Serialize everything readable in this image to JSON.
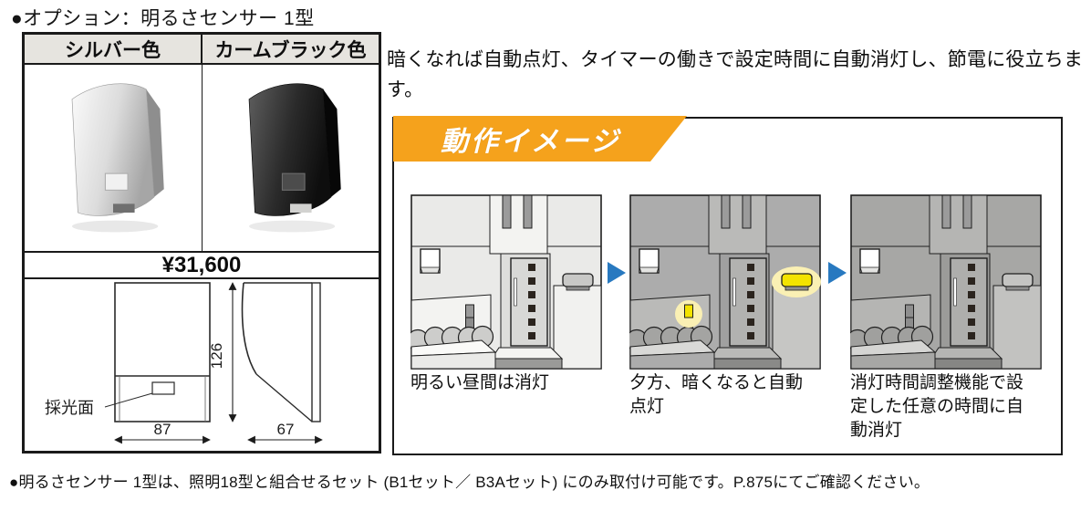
{
  "page": {
    "title": "●オプション：明るさセンサー 1型",
    "footnote": "●明るさセンサー 1型は、照明18型と組合せるセット (B1セット／ B3Aセット) にのみ取付け可能です。P.875にてご確認ください。"
  },
  "description": "暗くなれば自動点灯、タイマーの働きで設定時間に自動消灯し、節電に役立ちます。",
  "product_table": {
    "columns": [
      {
        "label": "シルバー色"
      },
      {
        "label": "カームブラック色"
      }
    ],
    "price": "¥31,600",
    "dimensions": {
      "light_surface_label": "採光面",
      "height_mm": "126",
      "width_mm": "87",
      "depth_mm": "67"
    }
  },
  "operation": {
    "banner": "動作イメージ",
    "scenes": [
      {
        "caption": "明るい昼間は消灯",
        "mode": "day"
      },
      {
        "caption": "夕方、暗くなると自動点灯",
        "mode": "dusk"
      },
      {
        "caption": "消灯時間調整機能で設定した任意の時間に自動消灯",
        "mode": "night"
      }
    ]
  },
  "colors": {
    "banner_orange": "#F5A21C",
    "arrow_blue": "#2879C0",
    "lamp_yellow": "#F3E300",
    "lamp_glow": "#FAF0B4",
    "table_header_bg": "#E6E4DF"
  }
}
